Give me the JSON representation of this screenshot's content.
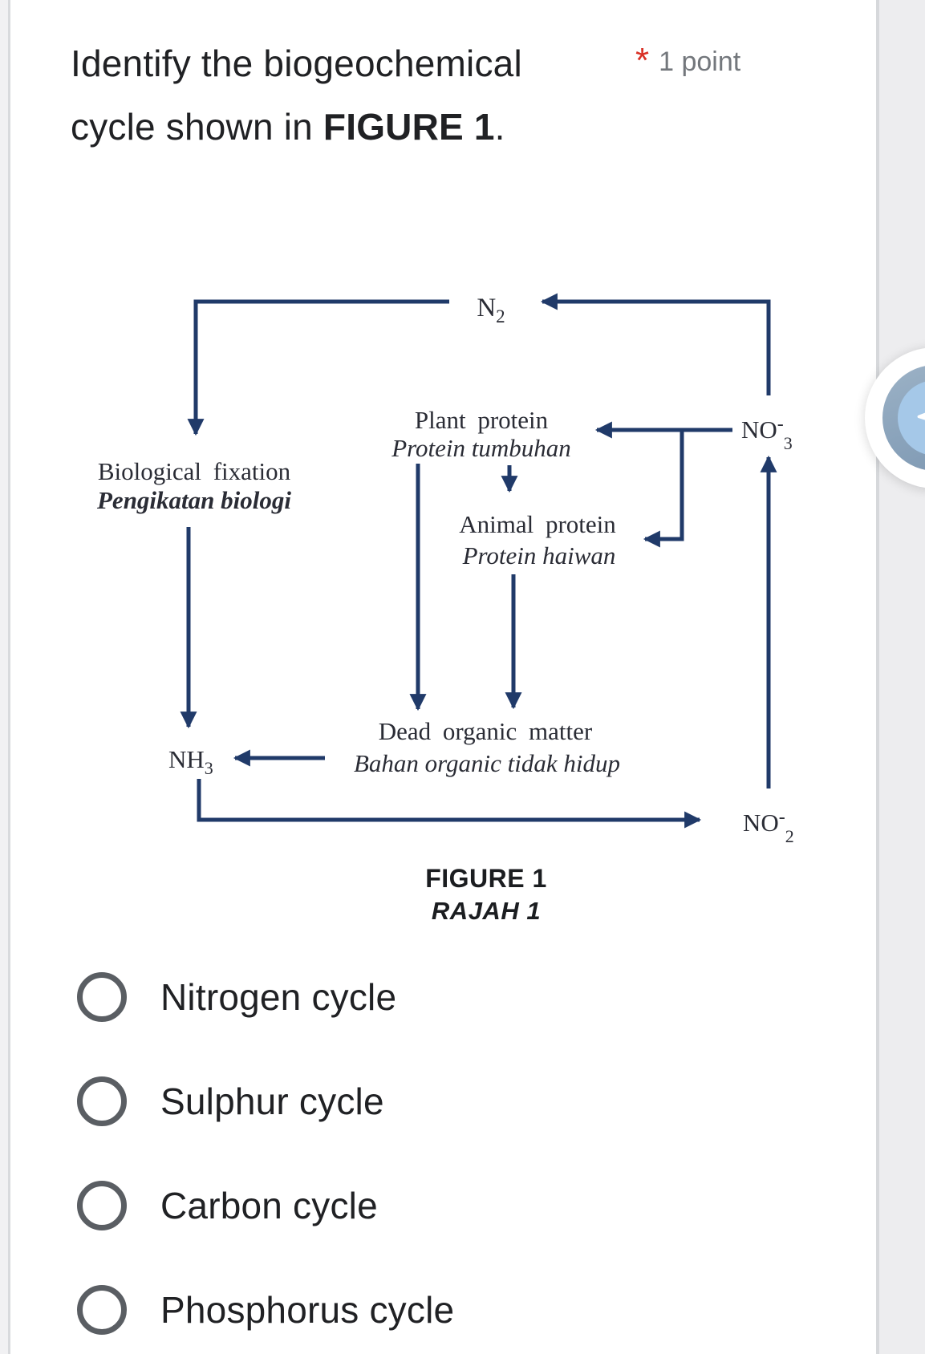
{
  "question": {
    "title_line1": "Identify the biogeochemical",
    "title_line2_text": "cycle shown in ",
    "title_line2_bold": "FIGURE 1",
    "title_line2_period": ".",
    "required_marker": "*",
    "points_label": "1 point"
  },
  "figure": {
    "caption_en": "FIGURE 1",
    "caption_ms": "RAJAH 1",
    "line_color": "#203a69",
    "text_color": "#2a2c35",
    "nodes": {
      "n2": {
        "base": "N",
        "sub": "2"
      },
      "no3": {
        "base": "NO",
        "sup": "-",
        "sub": "3"
      },
      "no2": {
        "base": "NO",
        "sup": "-",
        "sub": "2"
      },
      "nh3": {
        "base": "NH",
        "sub": "3"
      },
      "biological_fixation": {
        "en": "Biological fixation",
        "ms": "Pengikatan biologi"
      },
      "plant_protein": {
        "en": "Plant protein",
        "ms": "Protein tumbuhan"
      },
      "animal_protein": {
        "en": "Animal protein",
        "ms": "Protein haiwan"
      },
      "dead_organic_matter": {
        "en": "Dead organic matter",
        "ms": "Bahan organic tidak hidup"
      }
    }
  },
  "options": [
    {
      "label": "Nitrogen cycle",
      "selected": false
    },
    {
      "label": "Sulphur cycle",
      "selected": false
    },
    {
      "label": "Carbon cycle",
      "selected": false
    },
    {
      "label": "Phosphorus cycle",
      "selected": false
    }
  ],
  "floating_button": {
    "icon": "paper-plane",
    "badge_color": "#a5c8e8",
    "ring_color": "#8fa8bf"
  }
}
